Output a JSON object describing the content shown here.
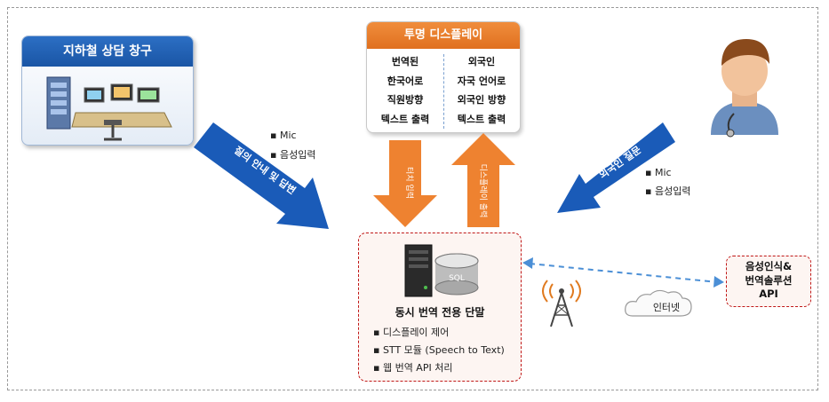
{
  "subway_counter": {
    "title": "지하철 상담 창구"
  },
  "display": {
    "title": "투명 디스플레이",
    "left_lines": [
      "번역된",
      "한국어로",
      "직원방향",
      "텍스트 출력"
    ],
    "right_lines": [
      "외국인",
      "자국 언어로",
      "외국인 방향",
      "텍스트 출력"
    ]
  },
  "arrows": {
    "left_blue": "질의 안내 및 답변",
    "right_blue": "외국인 질문",
    "down_orange": "터치 입력",
    "up_orange": "디스플레이 출력"
  },
  "left_inputs": [
    "Mic",
    "음성입력"
  ],
  "right_inputs": [
    "Mic",
    "음성입력"
  ],
  "terminal": {
    "title": "동시 번역 전용 단말",
    "items": [
      "디스플레이 제어",
      "STT 모듈 (Speech to Text)",
      "웹 번역 API 처리"
    ],
    "server_label": "SQL"
  },
  "internet": {
    "label": "인터넷"
  },
  "api": {
    "lines": [
      "음성인식&",
      "번역솔루션",
      "API"
    ]
  },
  "colors": {
    "blue": "#1a5bb8",
    "orange": "#ee8230",
    "red_dash": "#c01818",
    "link_blue": "#4b8fd6"
  }
}
